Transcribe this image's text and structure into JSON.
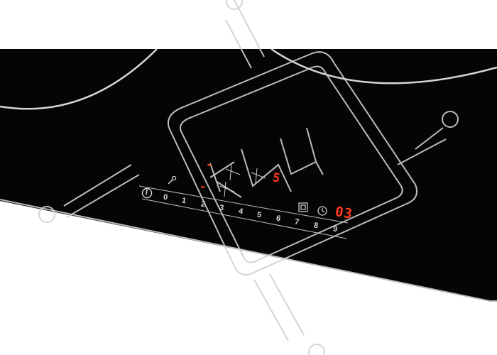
{
  "colors": {
    "glass": "#050505",
    "edge": "#b9b9b9",
    "background": "#ffffff",
    "text": "#d8d8d8",
    "display": "#ff3a1e",
    "watermark": "#d0d0d0"
  },
  "slider": {
    "levels": [
      "0",
      "1",
      "2",
      "3",
      "4",
      "5",
      "6",
      "7",
      "8",
      "9"
    ]
  },
  "displays": {
    "zone_front_left": "-",
    "zone_rear_left": "-",
    "zone_right": "5",
    "timer": "03"
  },
  "icons": {
    "power": "power-icon",
    "lock": "key-lock-icon",
    "bridge": "bridge-zone-icon",
    "timer": "clock-icon"
  },
  "watermark": {
    "text": "КИЦ"
  }
}
